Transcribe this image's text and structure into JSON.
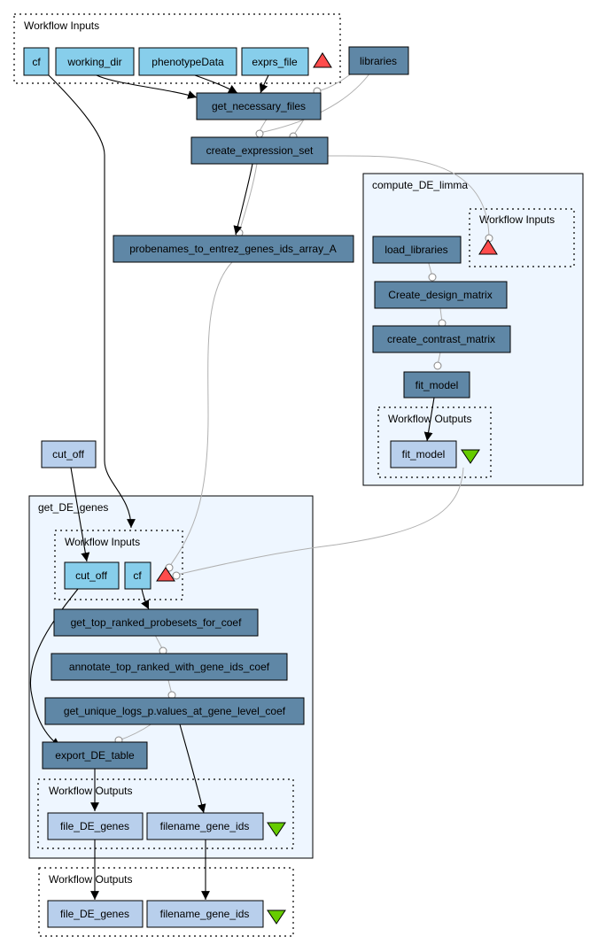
{
  "colors": {
    "input_port": "#87ceeb",
    "processor": "#5f87a6",
    "output_port": "#b8cfec",
    "subworkflow_bg": "#eef6ff",
    "input_triangle": "#ff4c4c",
    "output_triangle": "#66cc00",
    "edge_control": "#b0b0b0",
    "edge_data": "#000000"
  },
  "top_inputs": {
    "label": "Workflow Inputs",
    "ports": [
      "cf",
      "working_dir",
      "phenotypeData",
      "exprs_file"
    ]
  },
  "processors": {
    "libraries": "libraries",
    "get_necessary_files": "get_necessary_files",
    "create_expression_set": "create_expression_set",
    "probenames": "probenames_to_entrez_genes_ids_array_A",
    "cut_off": "cut_off"
  },
  "compute_DE_limma": {
    "label": "compute_DE_limma",
    "inputs_label": "Workflow Inputs",
    "outputs_label": "Workflow Outputs",
    "load_libraries": "load_libraries",
    "create_design_matrix": "Create_design_matrix",
    "create_contrast_matrix": "create_contrast_matrix",
    "fit_model": "fit_model",
    "output_fit_model": "fit_model"
  },
  "get_DE_genes": {
    "label": "get_DE_genes",
    "inputs_label": "Workflow Inputs",
    "input_cut_off": "cut_off",
    "input_cf": "cf",
    "get_top_ranked": "get_top_ranked_probesets_for_coef",
    "annotate": "annotate_top_ranked_with_gene_ids_coef",
    "get_unique": "get_unique_logs_p.values_at_gene_level_coef",
    "export": "export_DE_table",
    "outputs_label": "Workflow Outputs",
    "out_file": "file_DE_genes",
    "out_filename": "filename_gene_ids"
  },
  "bottom_outputs": {
    "label": "Workflow Outputs",
    "ports": [
      "file_DE_genes",
      "filename_gene_ids"
    ]
  }
}
